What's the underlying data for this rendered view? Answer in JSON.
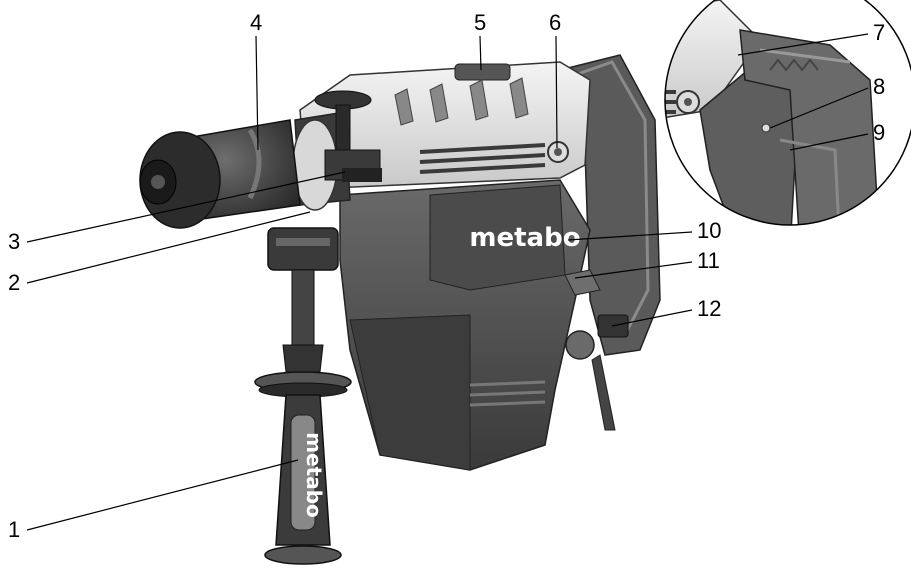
{
  "figure": {
    "brand": "metabo",
    "callouts": [
      {
        "id": "1",
        "text": "1"
      },
      {
        "id": "2",
        "text": "2"
      },
      {
        "id": "3",
        "text": "3"
      },
      {
        "id": "4",
        "text": "4"
      },
      {
        "id": "5",
        "text": "5"
      },
      {
        "id": "6",
        "text": "6"
      },
      {
        "id": "7",
        "text": "7"
      },
      {
        "id": "8",
        "text": "8"
      },
      {
        "id": "9",
        "text": "9"
      },
      {
        "id": "10",
        "text": "10"
      },
      {
        "id": "11",
        "text": "11"
      },
      {
        "id": "12",
        "text": "12"
      }
    ]
  }
}
